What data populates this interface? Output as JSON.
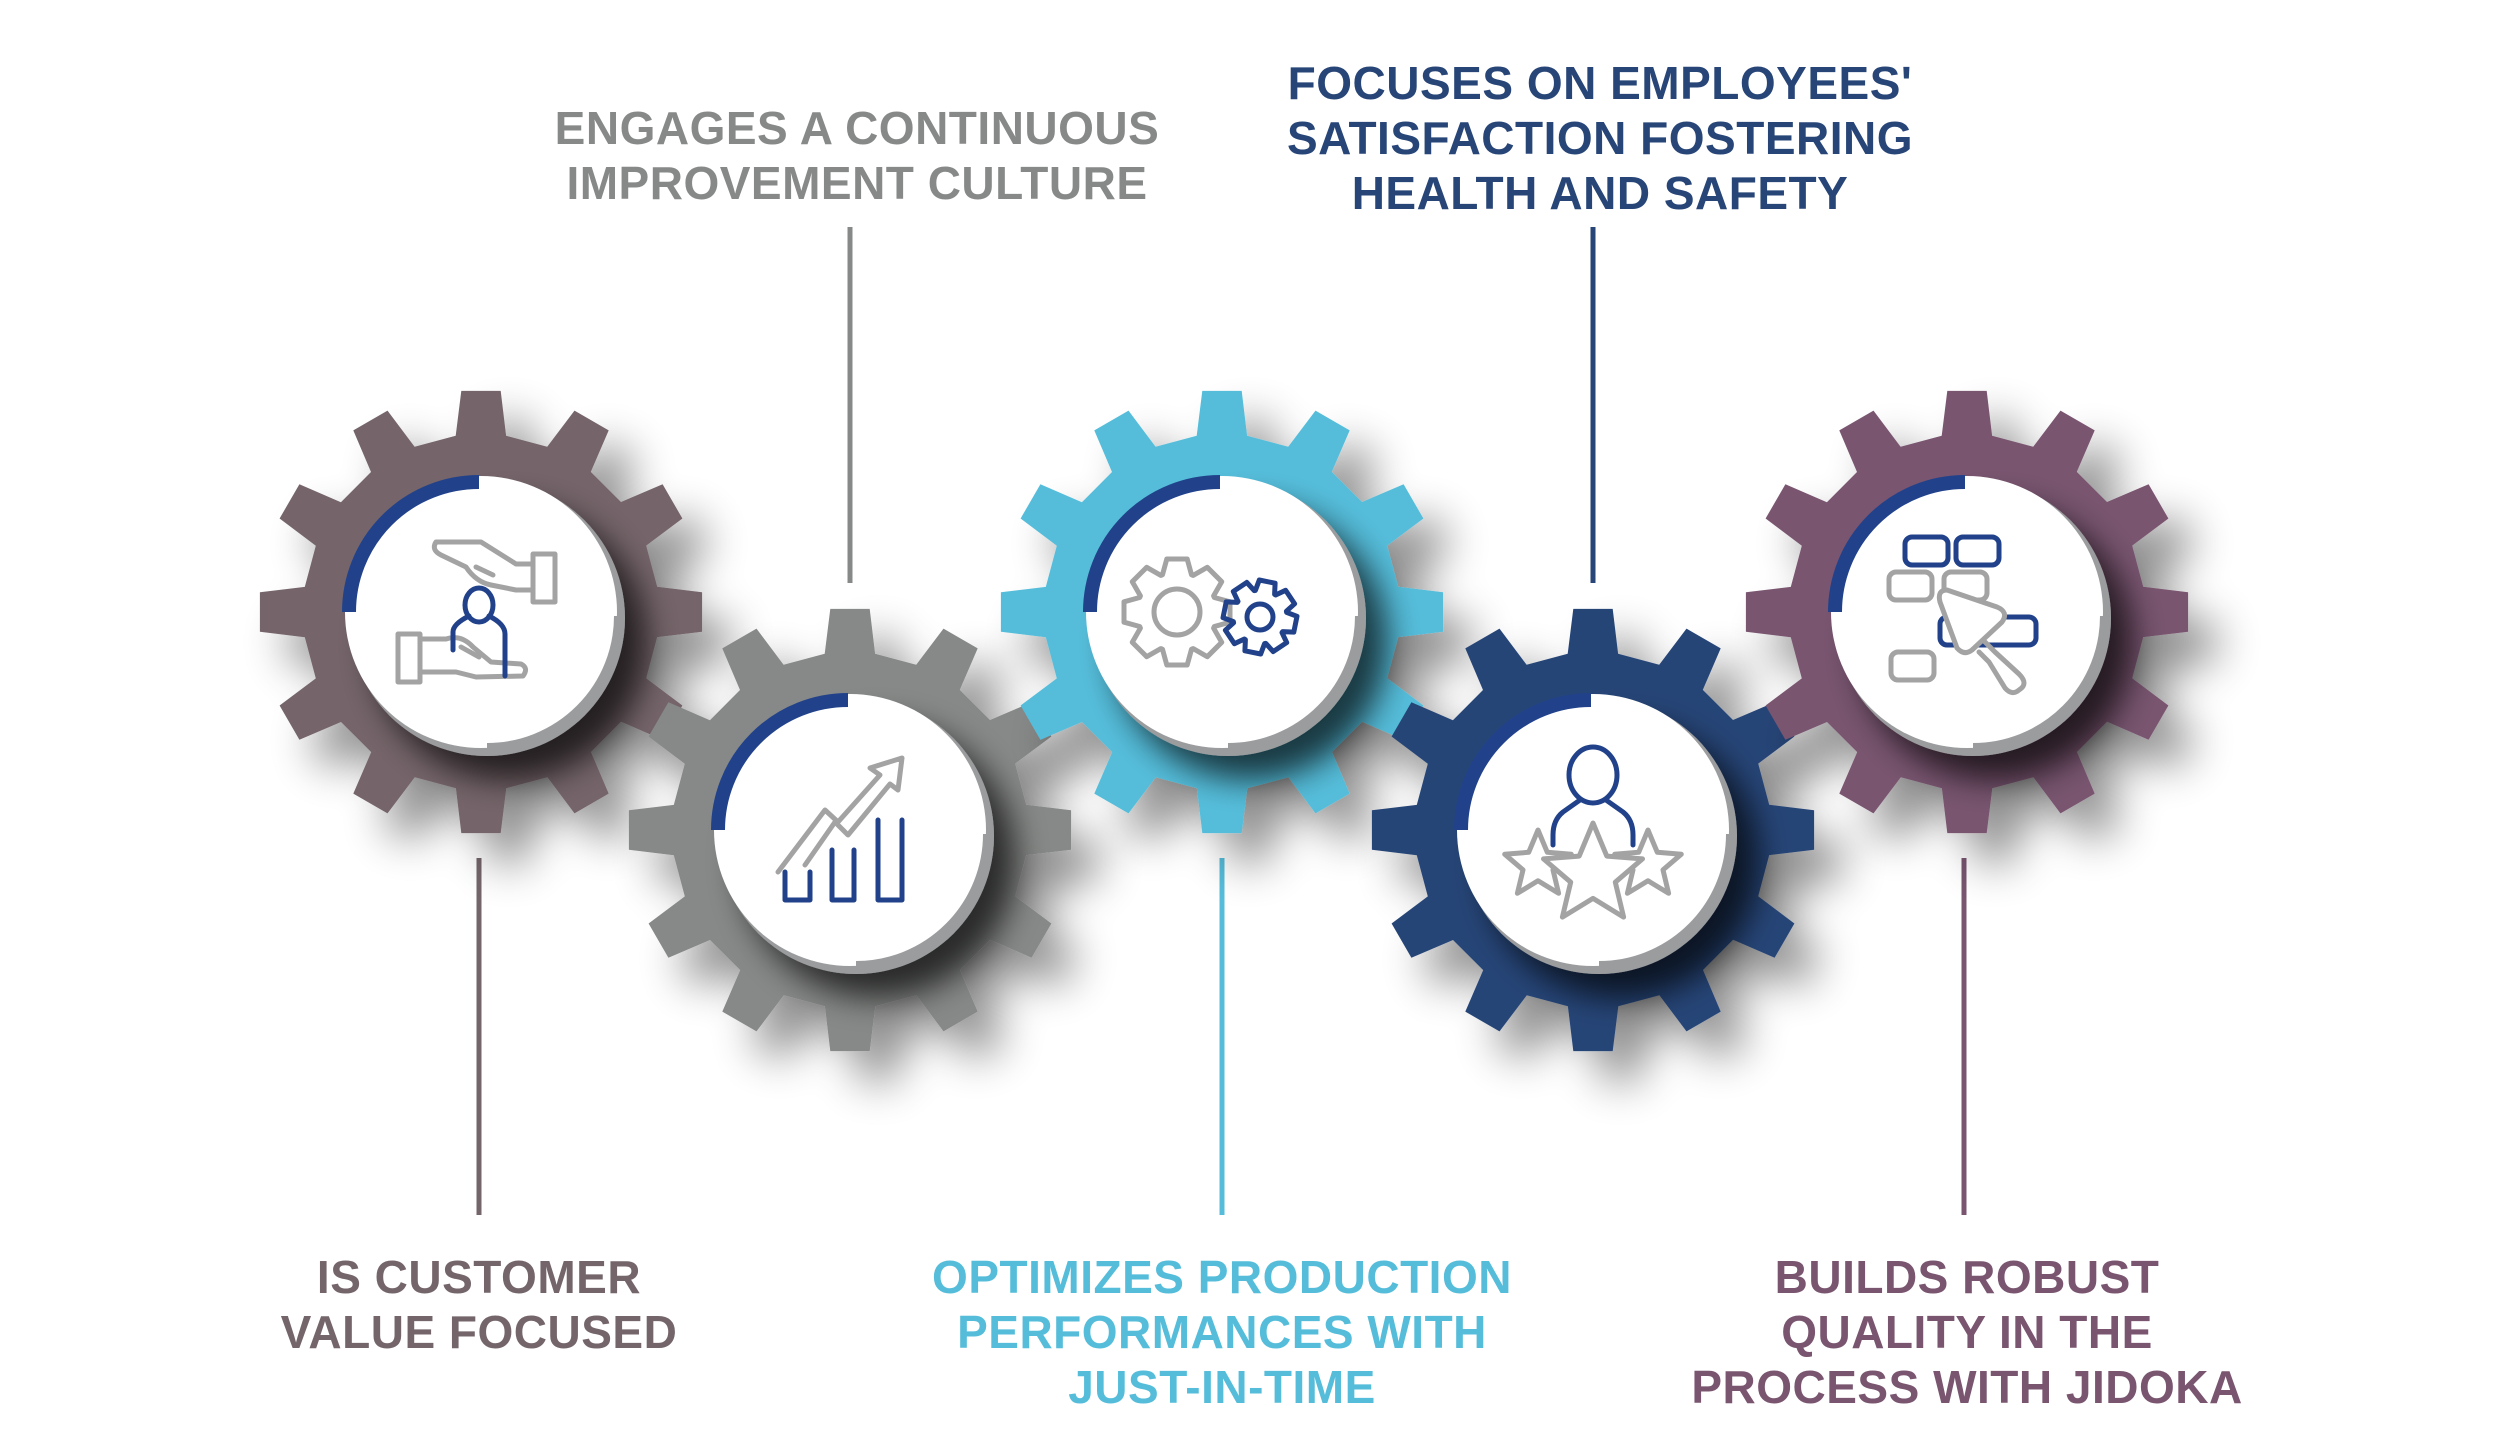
{
  "title": "Lean principles gear infographic",
  "palette": {
    "mauve": "#74656a",
    "gray": "#878988",
    "cyan": "#55bdda",
    "navy": "#274577",
    "plum": "#795570",
    "accent_blue": "#21428a",
    "ring_gray": "#9b9c9e",
    "icon_gray": "#a3a3a3",
    "icon_blue": "#21428a"
  },
  "gears": [
    {
      "id": "customer-value",
      "color": "#74656a",
      "icon": "hands-protecting-person-icon",
      "label_position": "bottom",
      "label_lines": [
        "IS CUSTOMER",
        "VALUE FOCUSED"
      ]
    },
    {
      "id": "continuous-improvement",
      "color": "#878988",
      "icon": "growth-chart-arrow-icon",
      "label_position": "top",
      "label_lines": [
        "ENGAGES A CONTINUOUS",
        "IMPROVEMENT CULTURE"
      ]
    },
    {
      "id": "just-in-time",
      "color": "#55bdda",
      "icon": "cogwheels-icon",
      "label_position": "bottom",
      "label_lines": [
        "OPTIMIZES PRODUCTION",
        "PERFORMANCES WITH",
        "JUST-IN-TIME"
      ]
    },
    {
      "id": "employee-satisfaction",
      "color": "#274577",
      "icon": "person-with-stars-icon",
      "label_position": "top",
      "label_lines": [
        "FOCUSES ON EMPLOYEES'",
        "SATISFACTION FOSTERING",
        "HEALTH AND SAFETY"
      ]
    },
    {
      "id": "jidoka",
      "color": "#795570",
      "icon": "brick-wall-trowel-icon",
      "label_position": "bottom",
      "label_lines": [
        "BUILDS ROBUST",
        "QUALITY IN THE",
        "PROCESS WITH JIDOKA"
      ]
    }
  ]
}
